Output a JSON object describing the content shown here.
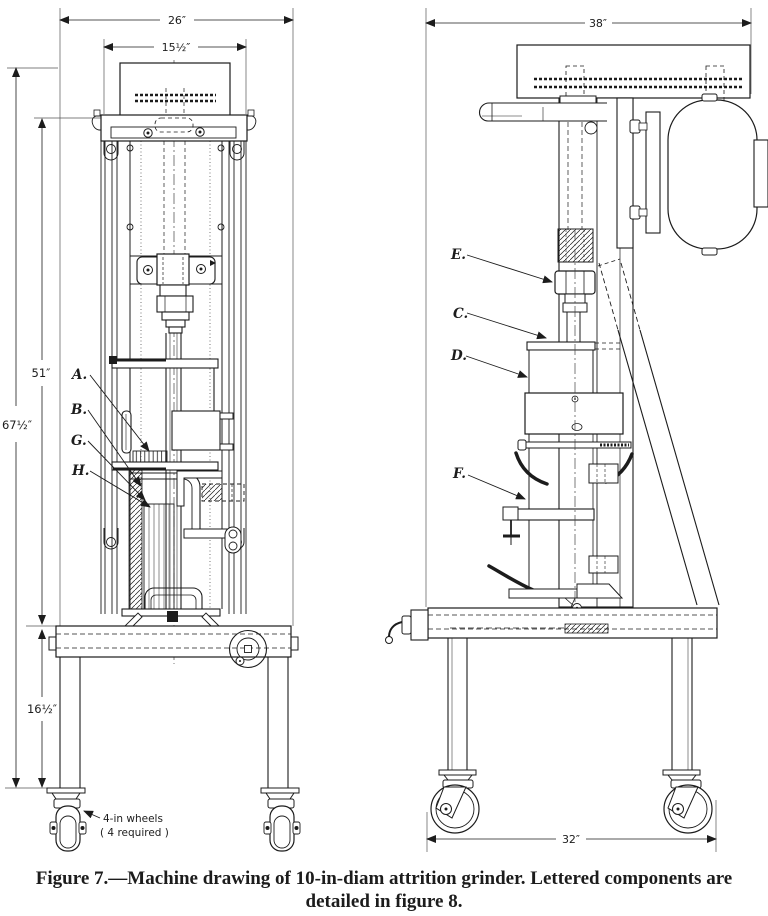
{
  "figure": {
    "caption_line1": "Figure 7.—Machine drawing of 10-in-diam attrition grinder. Lettered components are",
    "caption_line2": "detailed in figure 8."
  },
  "dimensions": {
    "front_table_width": "26″",
    "front_frame_width": "15½″",
    "front_frame_height": "51″",
    "front_overall_height": "67½″",
    "front_leg_height": "16½″",
    "side_overall_width": "38″",
    "side_wheel_spacing": "32″"
  },
  "part_labels": {
    "front": [
      {
        "letter": "A."
      },
      {
        "letter": "B."
      },
      {
        "letter": "G."
      },
      {
        "letter": "H."
      }
    ],
    "side": [
      {
        "letter": "E."
      },
      {
        "letter": "C."
      },
      {
        "letter": "D."
      },
      {
        "letter": "F."
      }
    ]
  },
  "notes": {
    "wheels_line1": "4-in wheels",
    "wheels_line2": "( 4 required )"
  },
  "colors": {
    "ink": "#1c1c1c",
    "paper": "#ffffff"
  }
}
